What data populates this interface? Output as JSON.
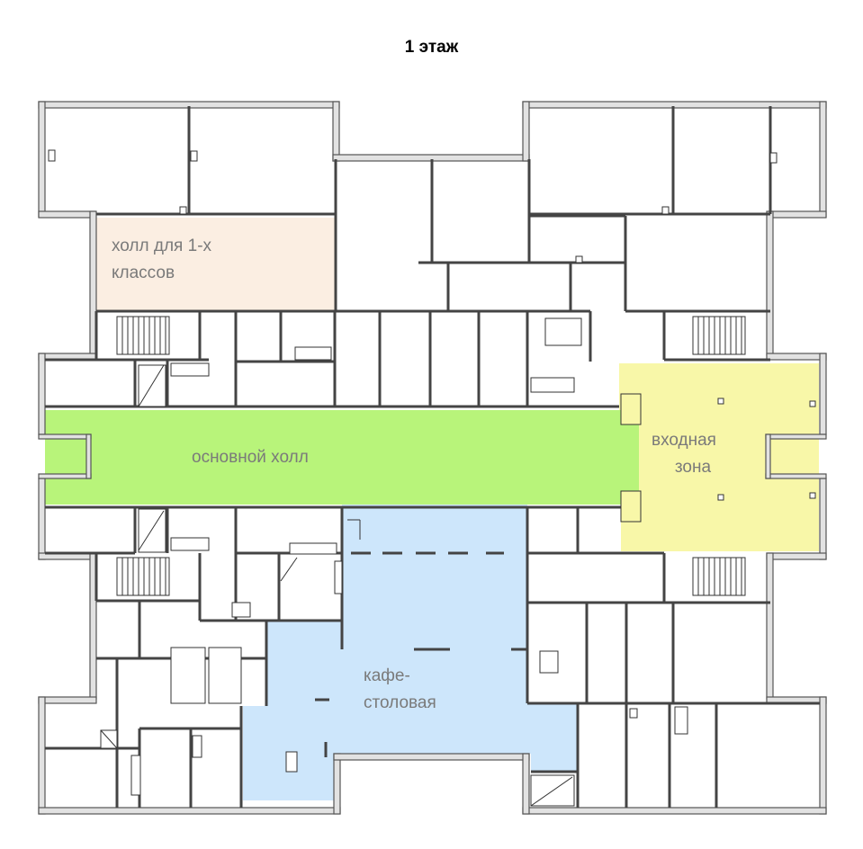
{
  "title": "1 этаж",
  "zones": {
    "hall_first_grade": {
      "label_line1": "холл для 1-х",
      "label_line2": "классов",
      "color": "#fbeee2"
    },
    "main_hall": {
      "label": "основной холл",
      "color": "#b8f47a"
    },
    "entrance": {
      "label_line1": "входная",
      "label_line2": "зона",
      "color": "#f8f7a8"
    },
    "cafeteria": {
      "label_line1": "кафе-",
      "label_line2": "столовая",
      "color": "#cde6fb"
    }
  },
  "colors": {
    "wall": "#555555",
    "wall_fill": "#e2e2e2",
    "line": "#333333"
  }
}
